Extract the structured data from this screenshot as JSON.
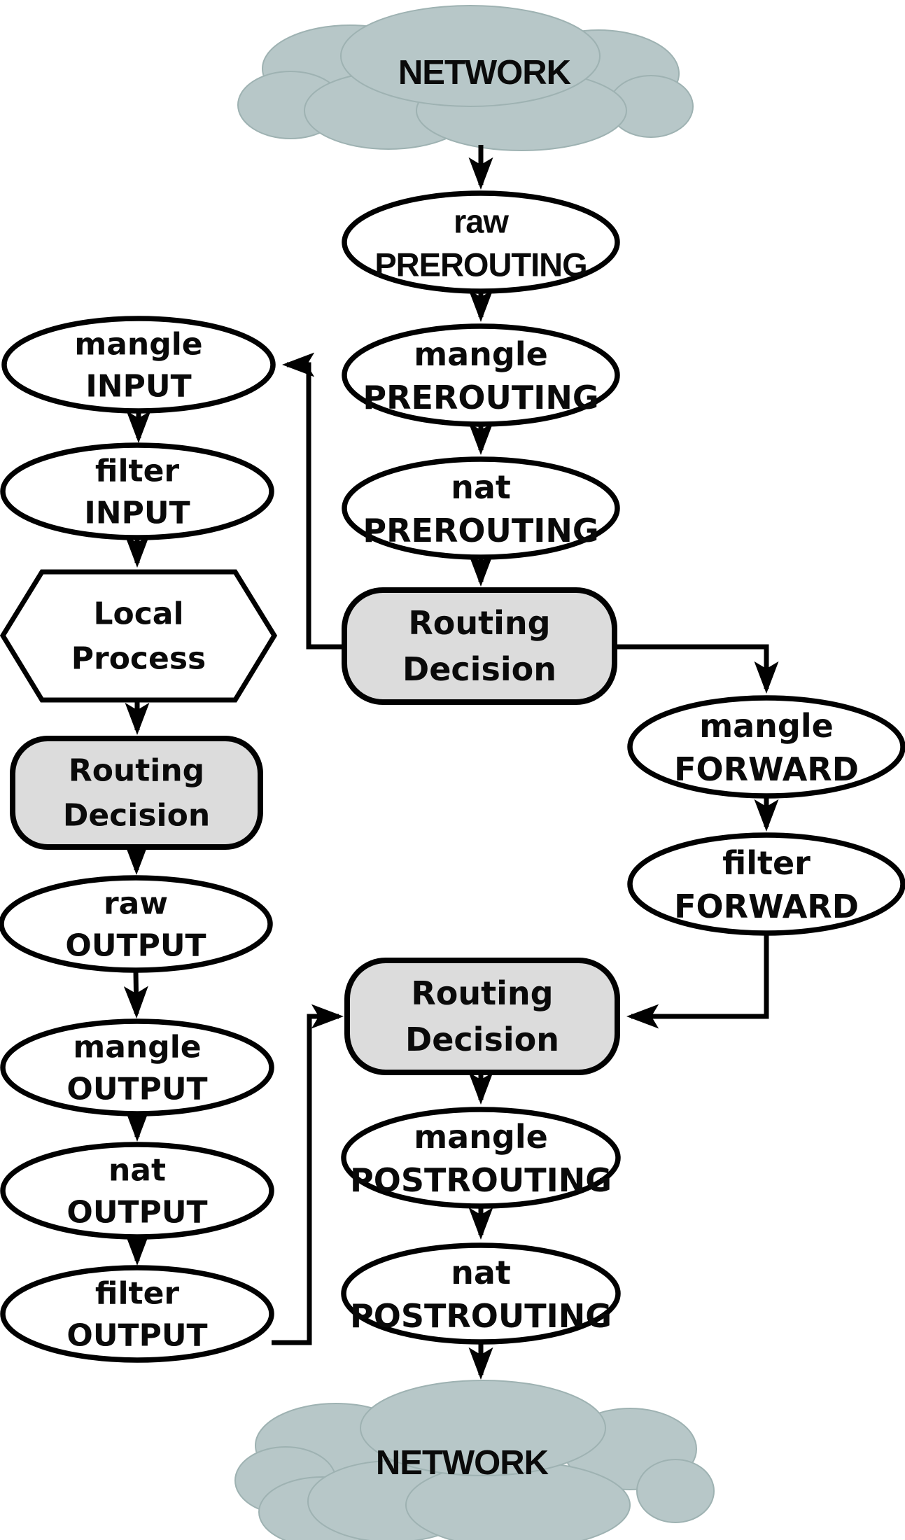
{
  "colors": {
    "cloud-fill": "#b7c7c8",
    "cloud-stroke": "#9eb2b2",
    "decision-fill": "#dcdcdc",
    "node-fill": "#ffffff",
    "line-color": "#010101"
  },
  "clouds": {
    "top": {
      "label": "NETWORK"
    },
    "bottom": {
      "label": "NETWORK"
    }
  },
  "nodes": {
    "raw_prerouting": {
      "line1": "raw",
      "line2": "PREROUTING"
    },
    "mangle_prerouting": {
      "line1": "mangle",
      "line2": "PREROUTING"
    },
    "nat_prerouting": {
      "line1": "nat",
      "line2": "PREROUTING"
    },
    "routing_decision_1": {
      "line1": "Routing",
      "line2": "Decision"
    },
    "mangle_input": {
      "line1": "mangle",
      "line2": "INPUT"
    },
    "filter_input": {
      "line1": "filter",
      "line2": "INPUT"
    },
    "local_process": {
      "line1": "Local",
      "line2": "Process"
    },
    "routing_decision_left": {
      "line1": "Routing",
      "line2": "Decision"
    },
    "raw_output": {
      "line1": "raw",
      "line2": "OUTPUT"
    },
    "mangle_output": {
      "line1": "mangle",
      "line2": "OUTPUT"
    },
    "nat_output": {
      "line1": "nat",
      "line2": "OUTPUT"
    },
    "filter_output": {
      "line1": "filter",
      "line2": "OUTPUT"
    },
    "mangle_forward": {
      "line1": "mangle",
      "line2": "FORWARD"
    },
    "filter_forward": {
      "line1": "filter",
      "line2": "FORWARD"
    },
    "routing_decision_2": {
      "line1": "Routing",
      "line2": "Decision"
    },
    "mangle_postrouting": {
      "line1": "mangle",
      "line2": "POSTROUTING"
    },
    "nat_postrouting": {
      "line1": "nat",
      "line2": "POSTROUTING"
    }
  }
}
